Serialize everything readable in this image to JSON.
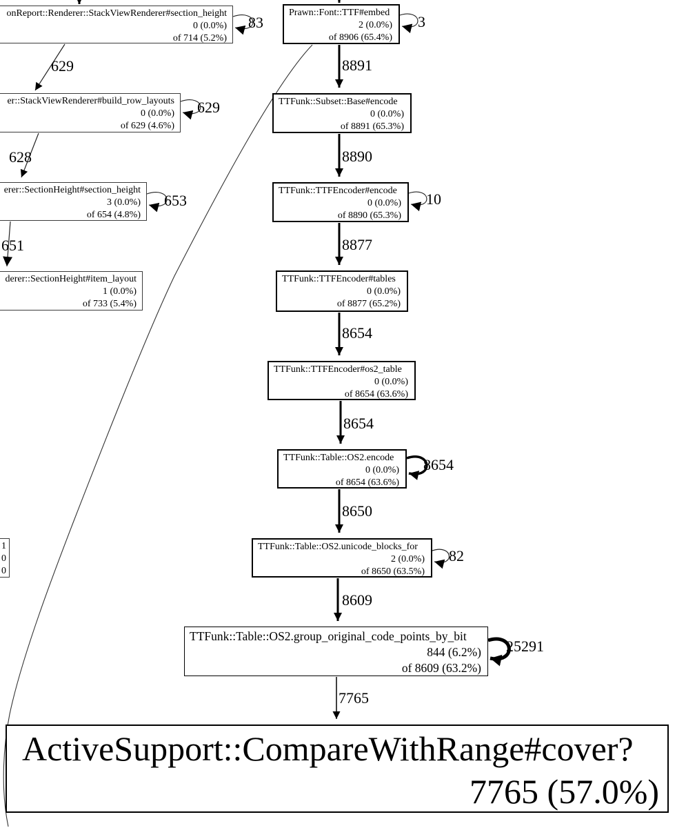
{
  "nodes": {
    "stack_view_section_height": {
      "title": "onReport::Renderer::StackViewRenderer#section_height",
      "self": "0 (0.0%)",
      "total": "of 714 (5.2%)"
    },
    "build_row_layouts": {
      "title": "er::StackViewRenderer#build_row_layouts",
      "self": "0 (0.0%)",
      "total": "of 629 (4.6%)"
    },
    "section_height": {
      "title": "erer::SectionHeight#section_height",
      "self": "3 (0.0%)",
      "total": "of 654 (4.8%)"
    },
    "item_layout": {
      "title": "derer::SectionHeight#item_layout",
      "self": "1 (0.0%)",
      "total": "of 733 (5.4%)"
    },
    "clipped": {
      "l1": "1",
      "l2": "0",
      "l3": "0"
    },
    "prawn_embed": {
      "title": "Prawn::Font::TTF#embed",
      "self": "2 (0.0%)",
      "total": "of 8906 (65.4%)"
    },
    "subset_base_encode": {
      "title": "TTFunk::Subset::Base#encode",
      "self": "0 (0.0%)",
      "total": "of 8891 (65.3%)"
    },
    "ttf_encoder_encode": {
      "title": "TTFunk::TTFEncoder#encode",
      "self": "0 (0.0%)",
      "total": "of 8890 (65.3%)"
    },
    "ttf_encoder_tables": {
      "title": "TTFunk::TTFEncoder#tables",
      "self": "0 (0.0%)",
      "total": "of 8877 (65.2%)"
    },
    "ttf_encoder_os2_table": {
      "title": "TTFunk::TTFEncoder#os2_table",
      "self": "0 (0.0%)",
      "total": "of 8654 (63.6%)"
    },
    "os2_encode": {
      "title": "TTFunk::Table::OS2.encode",
      "self": "0 (0.0%)",
      "total": "of 8654 (63.6%)"
    },
    "os2_unicode_blocks_for": {
      "title": "TTFunk::Table::OS2.unicode_blocks_for",
      "self": "2 (0.0%)",
      "total": "of 8650 (63.5%)"
    },
    "os2_group_points": {
      "title": "TTFunk::Table::OS2.group_original_code_points_by_bit",
      "self": "844 (6.2%)",
      "total": "of 8609 (63.2%)"
    },
    "compare_with_range_cover": {
      "title": "ActiveSupport::CompareWithRange#cover?",
      "total": "7765 (57.0%)"
    }
  },
  "edges": {
    "n1_n2": "629",
    "n2_n3": "628",
    "n3_n4": "651",
    "r1_r2": "8891",
    "r2_r3": "8890",
    "r3_r4": "8877",
    "r4_r5": "8654",
    "r5_r6": "8654",
    "r6_r7": "8650",
    "r7_r8": "8609",
    "r8_r9": "7765"
  },
  "loops": {
    "stack_view": "83",
    "build_row": "629",
    "section_height": "653",
    "prawn": "3",
    "ttf_encoder": "10",
    "os2_encode": "8654",
    "unicode_blocks": "82",
    "group_points": "25291"
  }
}
